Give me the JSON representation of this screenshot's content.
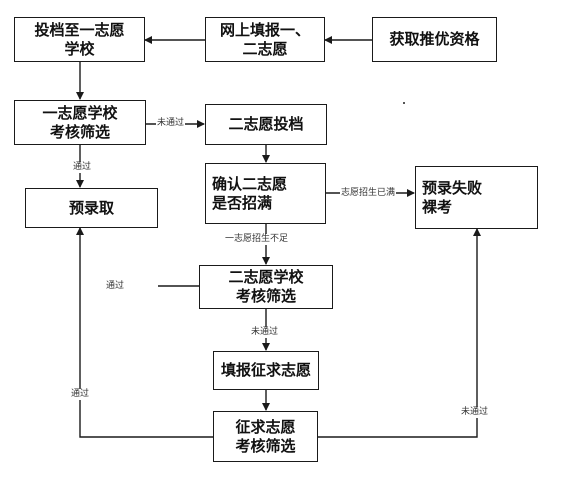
{
  "boxes": {
    "tou_dang": "投档至一志愿\n学校",
    "wang_shang": "网上填报一、\n二志愿",
    "huo_qu": "获取推优资格",
    "yi_zhiyuan": "一志愿学校\n考核筛选",
    "er_toudang": "二志愿投档",
    "yu_lu_qu": "预录取",
    "que_ren": "确认二志愿\n是否招满",
    "shi_bai": "预录失败\n裸考",
    "er_shaixuan": "二志愿学校\n考核筛选",
    "tian_bao": "填报征求志愿",
    "zheng_qiu": "征求志愿\n考核筛选"
  },
  "labels": {
    "fail1": "未通过",
    "pass1": "通过",
    "full": "志愿招生已满",
    "notfull": "一志愿招生不足",
    "pass2": "通过",
    "fail2": "未通过",
    "pass3": "通过",
    "fail3": "未通过"
  },
  "colors": {
    "line": "#1a1a1a",
    "box_border": "#1a1a1a",
    "text": "#111111",
    "label_text": "#333333"
  }
}
